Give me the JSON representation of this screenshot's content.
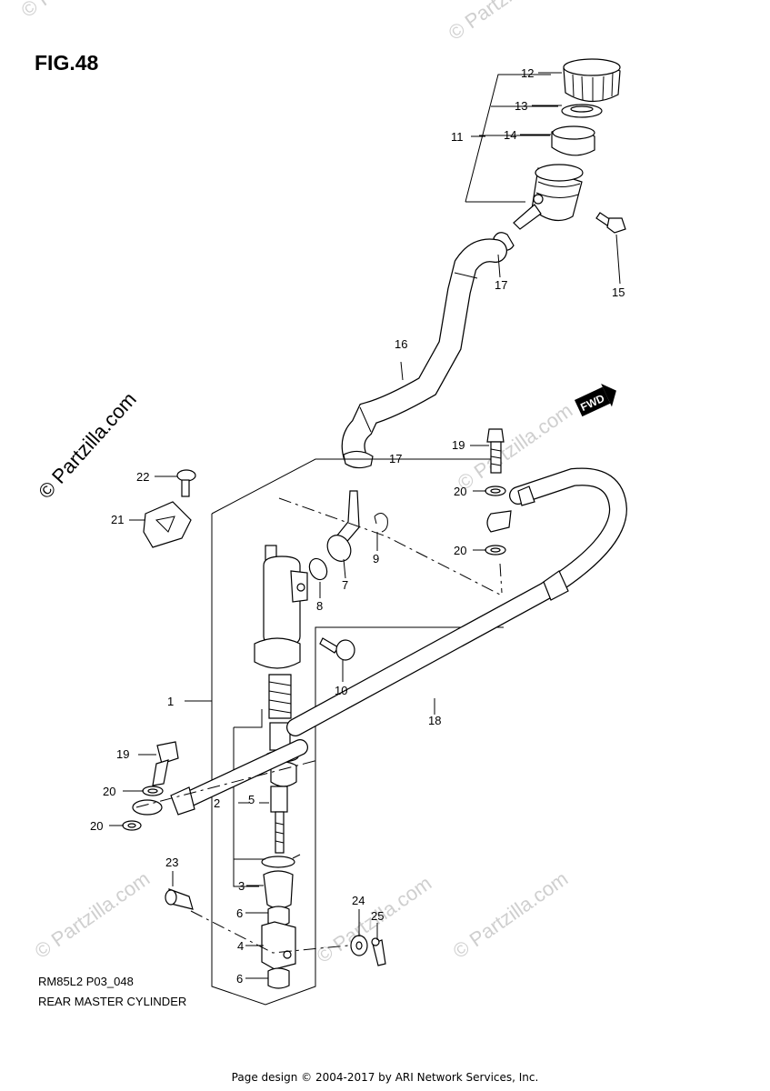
{
  "figure": {
    "title": "FIG.48",
    "code": "RM85L2 P03_048",
    "caption": "REAR MASTER CYLINDER",
    "credit": "Page design © 2004-2017 by ARI Network Services, Inc."
  },
  "watermark": {
    "side_text": "© Partzilla.com",
    "faint_text": "© Partzilla.com"
  },
  "direction_badge": "FWD",
  "callouts": [
    {
      "id": "c1",
      "label": "1"
    },
    {
      "id": "c2",
      "label": "2"
    },
    {
      "id": "c3",
      "label": "3"
    },
    {
      "id": "c4",
      "label": "4"
    },
    {
      "id": "c5",
      "label": "5"
    },
    {
      "id": "c6a",
      "label": "6"
    },
    {
      "id": "c6b",
      "label": "6"
    },
    {
      "id": "c7",
      "label": "7"
    },
    {
      "id": "c8",
      "label": "8"
    },
    {
      "id": "c9",
      "label": "9"
    },
    {
      "id": "c10",
      "label": "10"
    },
    {
      "id": "c11",
      "label": "11"
    },
    {
      "id": "c12",
      "label": "12"
    },
    {
      "id": "c13",
      "label": "13"
    },
    {
      "id": "c14",
      "label": "14"
    },
    {
      "id": "c15",
      "label": "15"
    },
    {
      "id": "c16",
      "label": "16"
    },
    {
      "id": "c17a",
      "label": "17"
    },
    {
      "id": "c17b",
      "label": "17"
    },
    {
      "id": "c18",
      "label": "18"
    },
    {
      "id": "c19a",
      "label": "19"
    },
    {
      "id": "c19b",
      "label": "19"
    },
    {
      "id": "c20a",
      "label": "20"
    },
    {
      "id": "c20b",
      "label": "20"
    },
    {
      "id": "c20c",
      "label": "20"
    },
    {
      "id": "c20d",
      "label": "20"
    },
    {
      "id": "c21",
      "label": "21"
    },
    {
      "id": "c22",
      "label": "22"
    },
    {
      "id": "c23",
      "label": "23"
    },
    {
      "id": "c24",
      "label": "24"
    },
    {
      "id": "c25",
      "label": "25"
    }
  ]
}
